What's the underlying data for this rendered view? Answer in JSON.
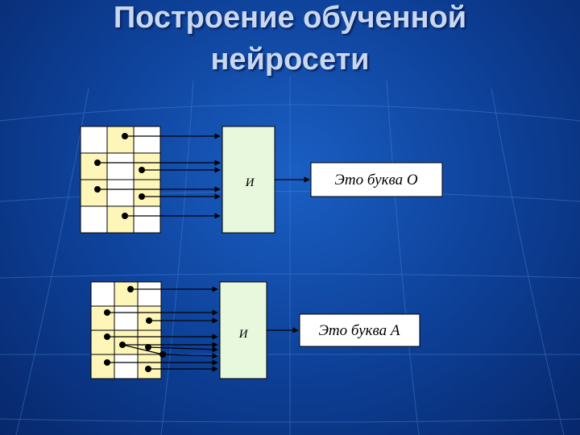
{
  "slide": {
    "title_line1": "Построение обученной",
    "title_line2": "нейросети"
  },
  "diagram": {
    "top": {
      "and_label": "И",
      "output_label": "Это буква О"
    },
    "bottom": {
      "and_label": "И",
      "output_label": "Это буква А"
    }
  },
  "colors": {
    "background": "#0d3f96",
    "title_text": "#c9d8f0",
    "grid_cell_yellow": "#fdf6b8",
    "grid_cell_white": "#ffffff",
    "and_block": "#e8f8dc",
    "output_box": "#ffffff"
  }
}
